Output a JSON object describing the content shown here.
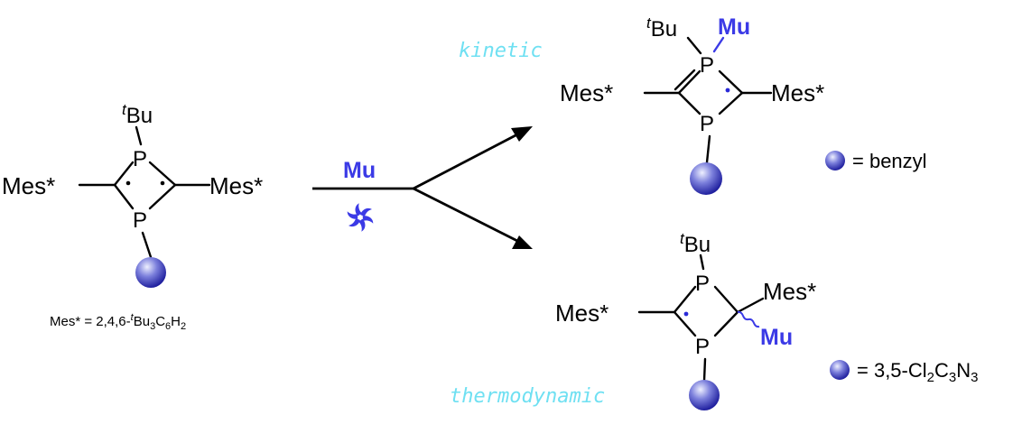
{
  "reactant": {
    "tBu": "tBu",
    "P_top": "P",
    "P_bottom": "P",
    "mes_left": "Mes*",
    "mes_right": "Mes*",
    "definition_prefix": "Mes* = 2,4,6-",
    "definition_t": "t",
    "definition_bu": "Bu",
    "definition_sub3a": "3",
    "definition_c": "C",
    "definition_sub6": "6",
    "definition_h": "H",
    "definition_sub2": "2"
  },
  "reagent": {
    "mu": "Mu",
    "icon": "muon-pinwheel-icon"
  },
  "conditions": {
    "kinetic": "kinetic",
    "thermodynamic": "thermodynamic"
  },
  "product_kinetic": {
    "tBu": "tBu",
    "mu": "Mu",
    "P_top": "P",
    "P_bottom": "P",
    "mes_left": "Mes*",
    "mes_right": "Mes*"
  },
  "product_thermo": {
    "tBu": "tBu",
    "P_top": "P",
    "P_bottom": "P",
    "mes_left": "Mes*",
    "mes_right": "Mes*",
    "mu": "Mu"
  },
  "legend": {
    "benzyl": "= benzyl",
    "pyr_prefix": "= 3,5-Cl",
    "pyr_sub2": "2",
    "pyr_c": "C",
    "pyr_sub3a": "3",
    "pyr_n": "N",
    "pyr_sub3b": "3"
  },
  "colors": {
    "mu": "#3b3ae6",
    "conditions": "#6fe0f2",
    "sphere_light": "#e6e8ff",
    "sphere_dark": "#1c1c9c"
  }
}
